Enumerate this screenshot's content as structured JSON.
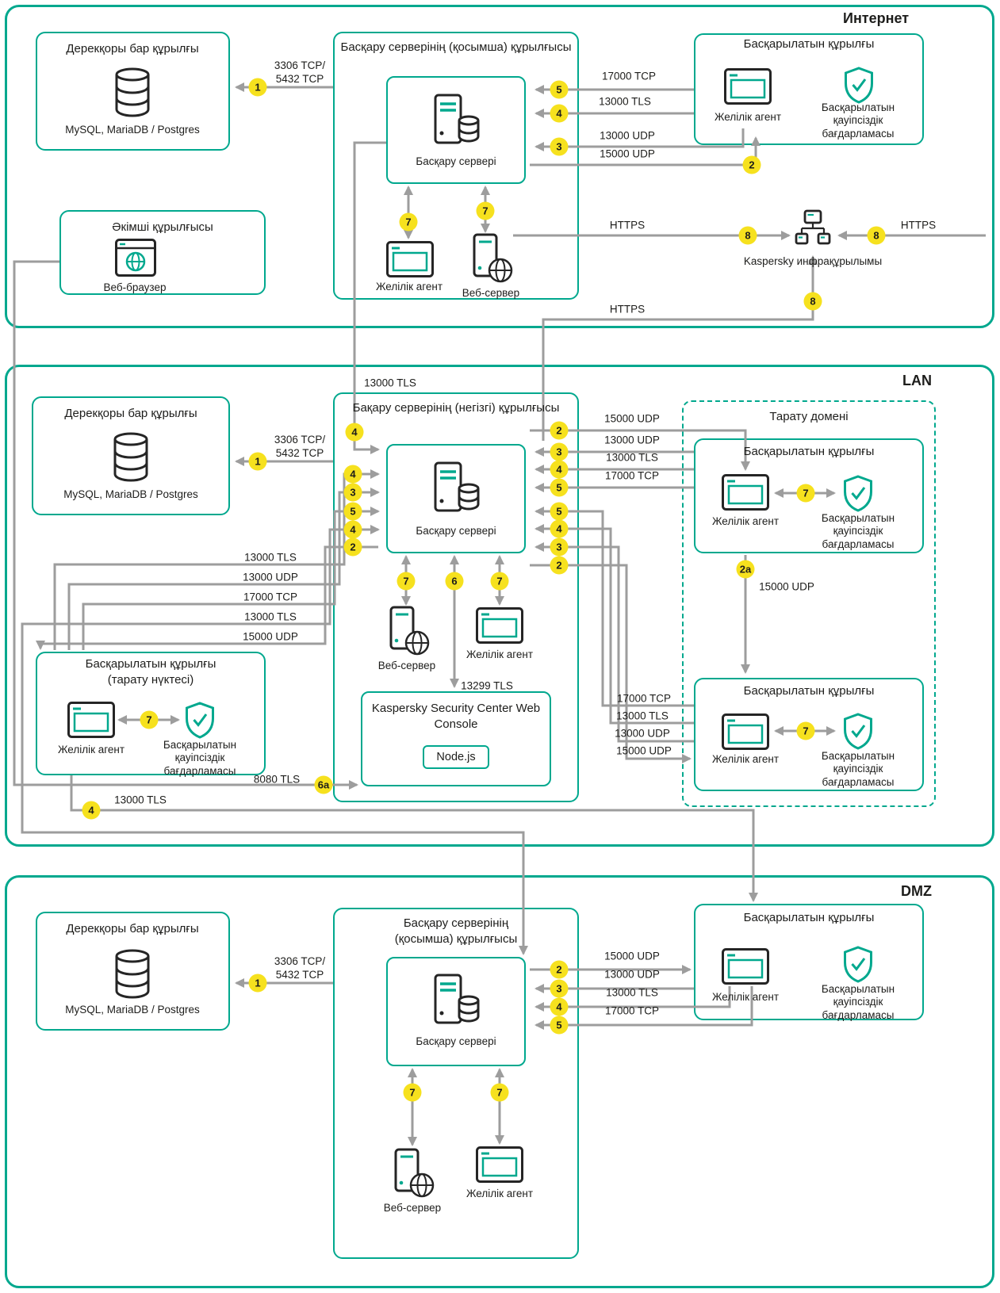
{
  "zones": {
    "internet": "Интернет",
    "lan": "LAN",
    "dmz": "DMZ"
  },
  "nodes": {
    "db_title": "Дерекқоры бар құрылғы",
    "db_caption": "MySQL, MariaDB / Postgres",
    "secondary_server_title": "Басқару серверінің (қосымша) құрылғысы",
    "primary_server_title": "Бақару серверінің (негізгі) құрылғысы",
    "admin_server": "Басқару сервері",
    "network_agent": "Желілік агент",
    "web_server": "Веб-сервер",
    "managed_device_title": "Басқарылатын құрылғы",
    "security_app": "Басқарылатын қауіпсіздік бағдарламасы",
    "admin_device_title": "Әкімші құрылғысы",
    "web_browser": "Веб-браузер",
    "kaspersky_infra": "Kaspersky инфрақұрылымы",
    "distribution_domain_title": "Тарату домені",
    "dp_device_title": "Басқарылатын құрылғы (тарату нүктесі)",
    "web_console_title": "Kaspersky Security Center Web Console",
    "nodejs": "Node.js"
  },
  "ports": {
    "db": "3306 TCP/\n5432 TCP",
    "tcp17000": "17000 TCP",
    "tls13000": "13000 TLS",
    "udp13000": "13000 UDP",
    "udp15000": "15000 UDP",
    "https": "HTTPS",
    "tls13299": "13299 TLS",
    "tls8080": "8080 TLS"
  },
  "badges": {
    "1": "1",
    "2": "2",
    "2a": "2a",
    "3": "3",
    "4": "4",
    "5": "5",
    "6": "6",
    "6a": "6a",
    "7": "7",
    "8": "8"
  }
}
